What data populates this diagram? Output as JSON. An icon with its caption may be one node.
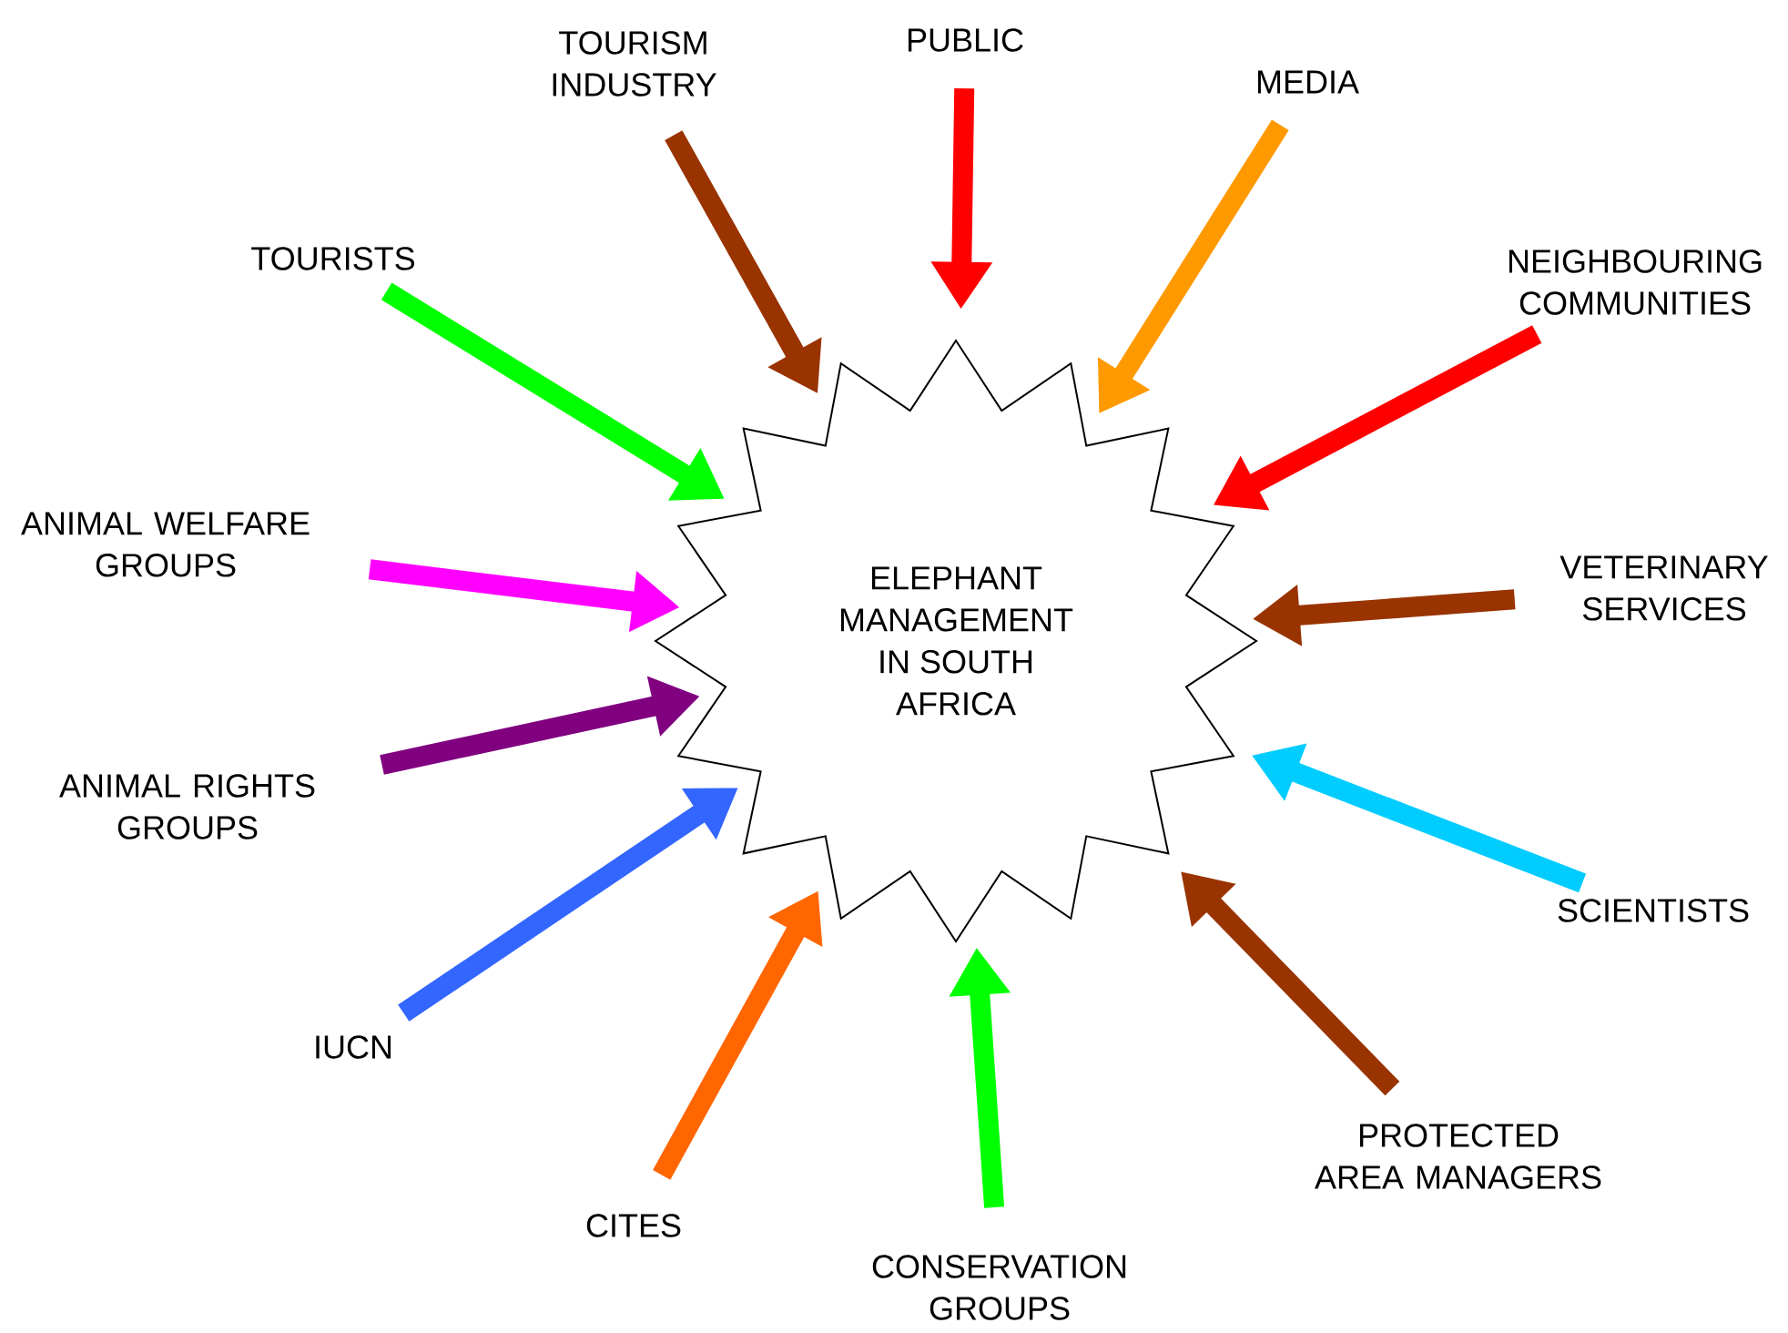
{
  "diagram": {
    "nodes": [
      {
        "text": [
          "ELEPHANT MANAGEMENT IN SOUTH AFRICA"
        ]
      },
      {
        "text": [
          "TOURISM INDUSTRY"
        ]
      },
      {
        "text": [
          "PUBLIC"
        ]
      },
      {
        "text": [
          "MEDIA"
        ]
      },
      {
        "text": [
          "NEIGHBOURING COMMUNITIES"
        ]
      },
      {
        "text": [
          "VETERINARY SERVICES"
        ]
      },
      {
        "text": [
          "SCIENTISTS"
        ]
      },
      {
        "text": [
          "PROTECTED AREA MANAGERS"
        ]
      },
      {
        "text": [
          "CONSERVATION GROUPS"
        ]
      },
      {
        "text": [
          "CITES"
        ]
      },
      {
        "text": [
          "IUCN"
        ]
      },
      {
        "text": [
          "ANIMAL RIGHTS GROUPS"
        ]
      },
      {
        "text": [
          "ANIMAL WELFARE GROUPS"
        ]
      },
      {
        "text": [
          "TOURISTS"
        ]
      }
    ],
    "edges": [
      {
        "from": 1,
        "to": 0,
        "arrow": "to",
        "color": "#993300"
      },
      {
        "from": 2,
        "to": 0,
        "arrow": "to",
        "color": "#ff0000"
      },
      {
        "from": 3,
        "to": 0,
        "arrow": "to",
        "color": "#ff9900"
      },
      {
        "from": 4,
        "to": 0,
        "arrow": "to",
        "color": "#ff0000"
      },
      {
        "from": 5,
        "to": 0,
        "arrow": "to",
        "color": "#993300"
      },
      {
        "from": 6,
        "to": 0,
        "arrow": "to",
        "color": "#00ccff"
      },
      {
        "from": 7,
        "to": 0,
        "arrow": "to",
        "color": "#993300"
      },
      {
        "from": 8,
        "to": 0,
        "arrow": "to",
        "color": "#00ff00"
      },
      {
        "from": 9,
        "to": 0,
        "arrow": "to",
        "color": "#ff6600"
      },
      {
        "from": 10,
        "to": 0,
        "arrow": "to",
        "color": "#3366ff"
      },
      {
        "from": 11,
        "to": 0,
        "arrow": "to",
        "color": "#800080"
      },
      {
        "from": 12,
        "to": 0,
        "arrow": "to",
        "color": "#ff00ff"
      },
      {
        "from": 13,
        "to": 0,
        "arrow": "to",
        "color": "#00ff00"
      }
    ]
  }
}
